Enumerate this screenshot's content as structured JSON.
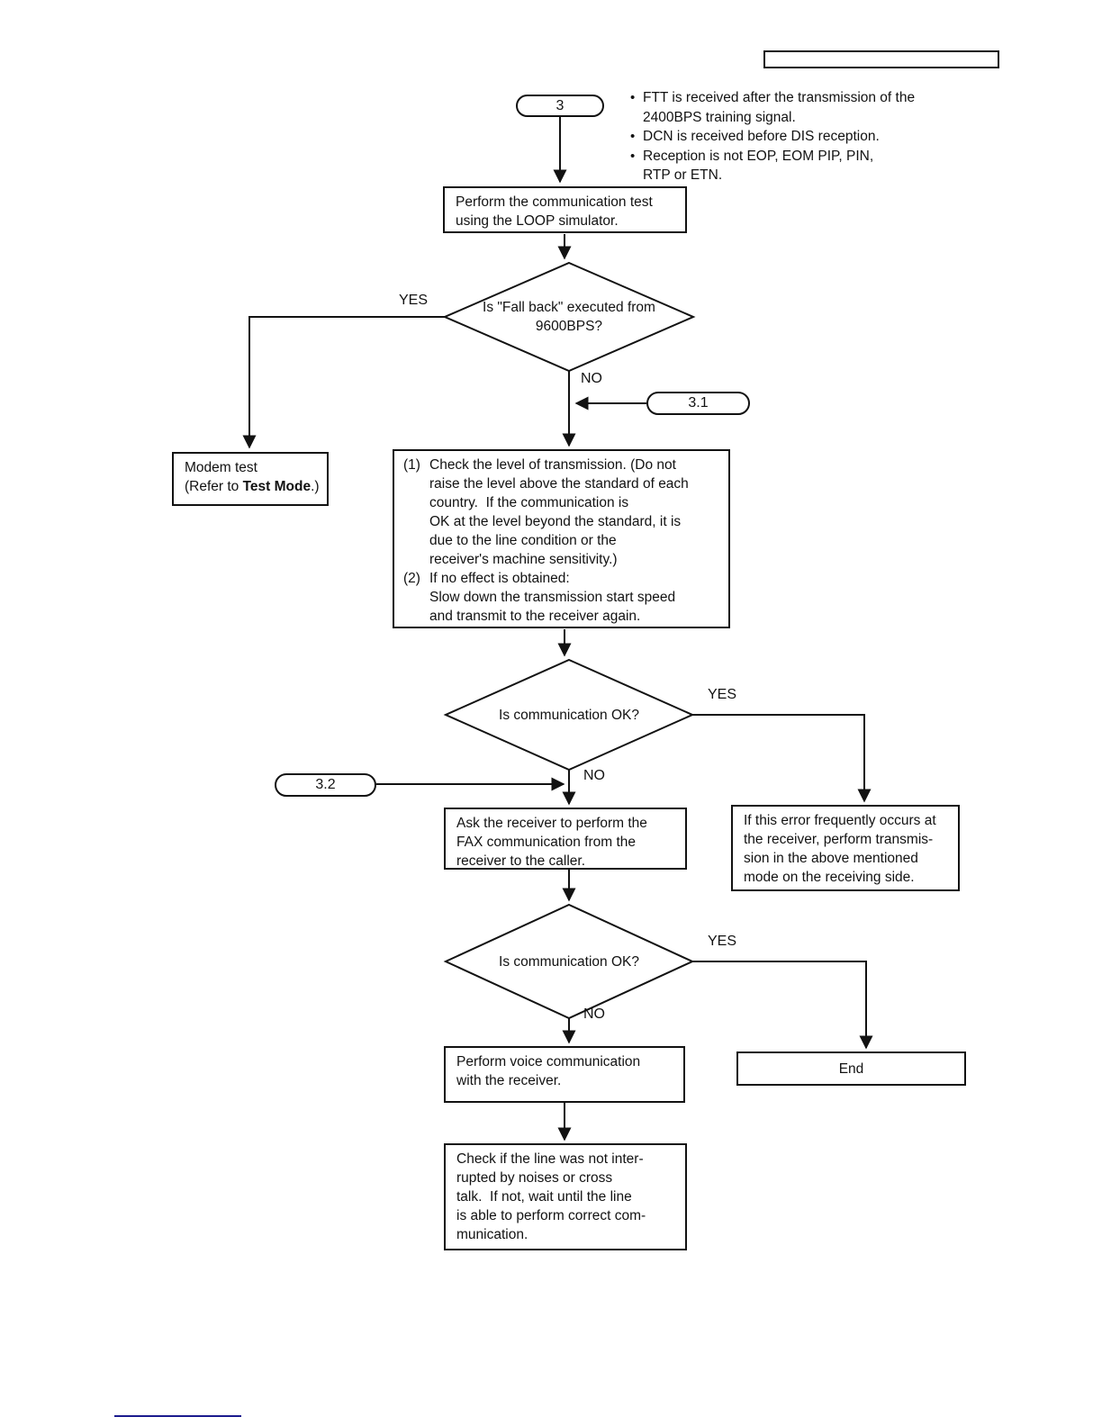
{
  "meta": {
    "line_color": "#121212",
    "link_line_color": "#1b1b8e",
    "header_placeholder_text": ""
  },
  "notes": {
    "bullet": "•",
    "items": [
      {
        "text": "FTT is received after the transmission of the\n2400BPS training signal."
      },
      {
        "text": "DCN is received before DIS reception."
      },
      {
        "text": "Reception is not EOP, EOM PIP, PIN,\nRTP or ETN."
      }
    ]
  },
  "nodes": {
    "n3": "3",
    "n31": "3.1",
    "n32": "3.2"
  },
  "labels": {
    "yes1": "YES",
    "no1": "NO",
    "yes2": "YES",
    "no2": "NO",
    "yes3": "YES",
    "no3": "NO"
  },
  "boxes": {
    "comm_test": "Perform the communication test\nusing the LOOP simulator.",
    "modem": {
      "line1": "Modem test",
      "line2_prefix": "(Refer to ",
      "line2_bold": "Test Mode",
      "line2_suffix": ".)"
    },
    "check_level": {
      "item1_num": "(1)",
      "item1_text": "Check the level of transmission. (Do not\nraise the level above the standard of each\ncountry.  If the communication is\nOK at the level beyond the standard, it is\ndue to the line condition or the\nreceiver's machine sensitivity.)",
      "item2_num": "(2)",
      "item2_text": "If no effect is obtained:\nSlow down the transmission start speed\nand transmit to the receiver again."
    },
    "ask_receiver": "Ask the receiver to perform the\nFAX communication from the\nreceiver to the caller.",
    "error_frequent": "If this error frequently occurs at\nthe receiver, perform transmis-\nsion in the above mentioned\nmode on the receiving side.",
    "voice_comm": "Perform voice communication\nwith the receiver.",
    "end": "End",
    "check_line": "Check if the line was not inter-\nrupted by noises or cross\ntalk.  If not, wait until the line\nis able to perform correct com-\nmunication."
  },
  "diamonds": {
    "fallback": "Is \"Fall back\" executed from\n9600BPS?",
    "comm_ok_1": "Is communication OK?",
    "comm_ok_2": "Is communication OK?"
  }
}
